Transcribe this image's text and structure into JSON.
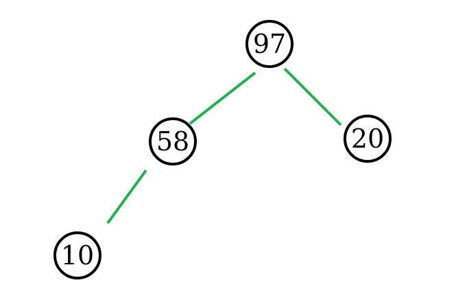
{
  "nodes": [
    {
      "id": "n97",
      "label": "97"
    },
    {
      "id": "n58",
      "label": "58"
    },
    {
      "id": "n20",
      "label": "20"
    },
    {
      "id": "n10",
      "label": "10"
    }
  ],
  "edges": [
    {
      "from": "n97",
      "to": "n58"
    },
    {
      "from": "n97",
      "to": "n20"
    },
    {
      "from": "n58",
      "to": "n10"
    }
  ],
  "colors": {
    "edge": "#22b14c",
    "node_stroke": "#000000",
    "node_fill": "#ffffff",
    "label": "#000000"
  }
}
